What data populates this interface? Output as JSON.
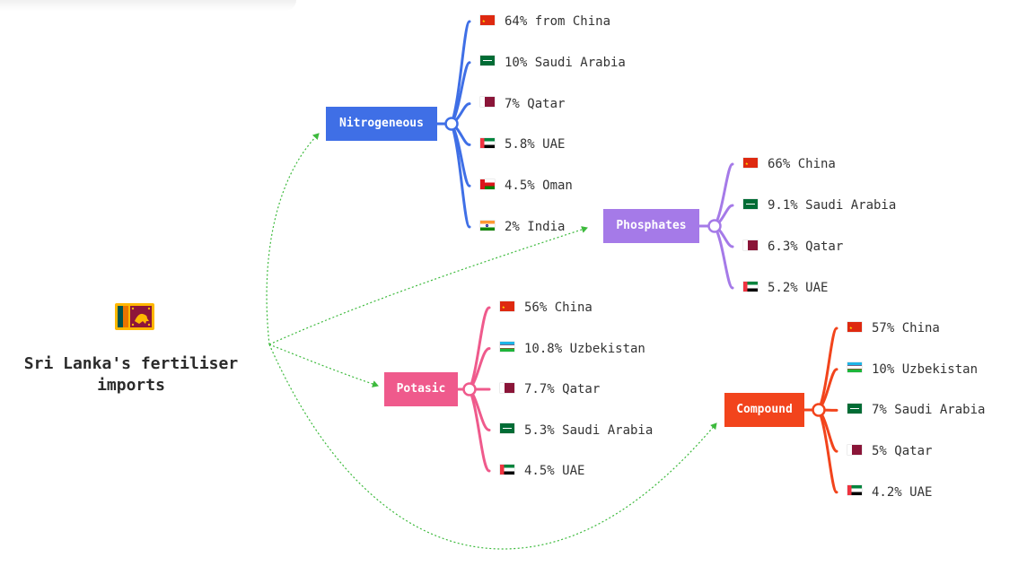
{
  "root": {
    "title": "Sri Lanka's fertiliser imports",
    "flag_icon": "sri-lanka-flag-icon"
  },
  "link_color": "#3dba3d",
  "categories": [
    {
      "name": "Nitrogeneous",
      "color": "#3f6fe6",
      "items": [
        {
          "label": "64% from China",
          "flag": "china"
        },
        {
          "label": "10% Saudi Arabia",
          "flag": "saudi"
        },
        {
          "label": "7% Qatar",
          "flag": "qatar"
        },
        {
          "label": "5.8% UAE",
          "flag": "uae"
        },
        {
          "label": "4.5% Oman",
          "flag": "oman"
        },
        {
          "label": "2% India",
          "flag": "india"
        }
      ]
    },
    {
      "name": "Phosphates",
      "color": "#a57ae8",
      "items": [
        {
          "label": "66% China",
          "flag": "china"
        },
        {
          "label": "9.1% Saudi Arabia",
          "flag": "saudi"
        },
        {
          "label": "6.3% Qatar",
          "flag": "qatar"
        },
        {
          "label": "5.2% UAE",
          "flag": "uae"
        }
      ]
    },
    {
      "name": "Potasic",
      "color": "#ef5a8c",
      "items": [
        {
          "label": "56% China",
          "flag": "china"
        },
        {
          "label": "10.8% Uzbekistan",
          "flag": "uzbekistan"
        },
        {
          "label": "7.7% Qatar",
          "flag": "qatar"
        },
        {
          "label": "5.3% Saudi Arabia",
          "flag": "saudi"
        },
        {
          "label": "4.5% UAE",
          "flag": "uae"
        }
      ]
    },
    {
      "name": "Compound",
      "color": "#f2441c",
      "items": [
        {
          "label": "57% China",
          "flag": "china"
        },
        {
          "label": "10% Uzbekistan",
          "flag": "uzbekistan"
        },
        {
          "label": "7% Saudi Arabia",
          "flag": "saudi"
        },
        {
          "label": "5% Qatar",
          "flag": "qatar"
        },
        {
          "label": "4.2% UAE",
          "flag": "uae"
        }
      ]
    }
  ]
}
